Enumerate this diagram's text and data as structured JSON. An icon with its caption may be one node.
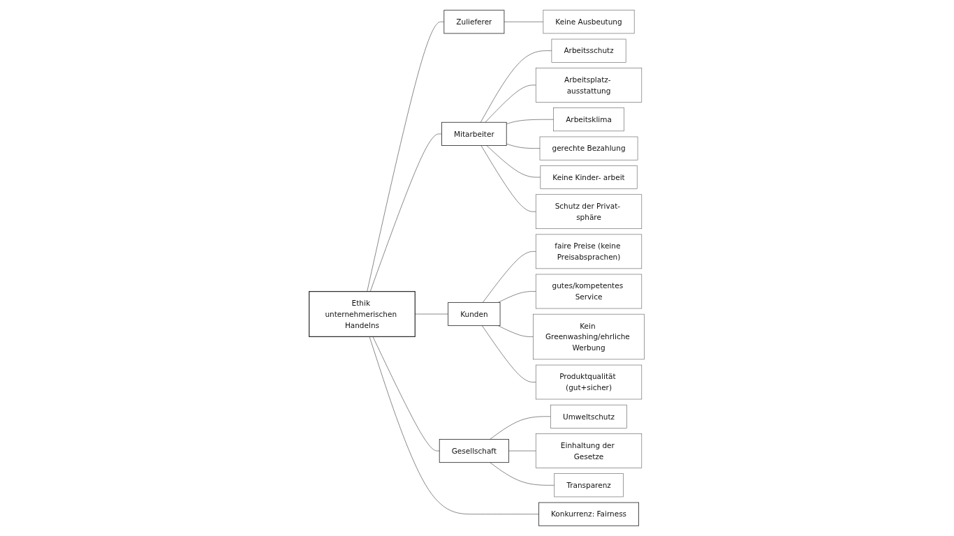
{
  "diagram": {
    "nodes": [
      {
        "text": [
          "Ethik unternehmerischen Handelns"
        ]
      },
      {
        "text": [
          "Zulieferer"
        ]
      },
      {
        "text": [
          "Keine Ausbeutung"
        ]
      },
      {
        "text": [
          "Mitarbeiter"
        ]
      },
      {
        "text": [
          "Arbeitsschutz"
        ]
      },
      {
        "text": [
          "Arbeitsplatz- ausstattung"
        ]
      },
      {
        "text": [
          "Arbeitsklima"
        ]
      },
      {
        "text": [
          "gerechte Bezahlung"
        ]
      },
      {
        "text": [
          "Keine Kinder- arbeit"
        ]
      },
      {
        "text": [
          "Schutz der Privat- sphäre"
        ]
      },
      {
        "text": [
          "Kunden"
        ]
      },
      {
        "text": [
          "faire Preise (keine Preisabsprachen)"
        ]
      },
      {
        "text": [
          "gutes/kompetentes Service"
        ]
      },
      {
        "text": [
          "Kein Greenwashing/ehrliche Werbung"
        ]
      },
      {
        "text": [
          "Produktqualität (gut+sicher)"
        ]
      },
      {
        "text": [
          "Gesellschaft"
        ]
      },
      {
        "text": [
          "Umweltschutz"
        ]
      },
      {
        "text": [
          "Einhaltung der Gesetze"
        ]
      },
      {
        "text": [
          "Transparenz"
        ]
      },
      {
        "text": [
          "Konkurrenz: Fairness"
        ]
      }
    ],
    "edges": [
      {
        "from": 0,
        "to": 1,
        "arrow": "none"
      },
      {
        "from": 1,
        "to": 2,
        "arrow": "none"
      },
      {
        "from": 0,
        "to": 3,
        "arrow": "none"
      },
      {
        "from": 3,
        "to": 4,
        "arrow": "none"
      },
      {
        "from": 3,
        "to": 5,
        "arrow": "none"
      },
      {
        "from": 3,
        "to": 6,
        "arrow": "none"
      },
      {
        "from": 3,
        "to": 7,
        "arrow": "none"
      },
      {
        "from": 3,
        "to": 8,
        "arrow": "none"
      },
      {
        "from": 3,
        "to": 9,
        "arrow": "none"
      },
      {
        "from": 0,
        "to": 10,
        "arrow": "none"
      },
      {
        "from": 10,
        "to": 11,
        "arrow": "none"
      },
      {
        "from": 10,
        "to": 12,
        "arrow": "none"
      },
      {
        "from": 10,
        "to": 13,
        "arrow": "none"
      },
      {
        "from": 10,
        "to": 14,
        "arrow": "none"
      },
      {
        "from": 0,
        "to": 15,
        "arrow": "none"
      },
      {
        "from": 15,
        "to": 16,
        "arrow": "none"
      },
      {
        "from": 15,
        "to": 17,
        "arrow": "none"
      },
      {
        "from": 15,
        "to": 18,
        "arrow": "none"
      },
      {
        "from": 0,
        "to": 19,
        "arrow": "none"
      }
    ]
  }
}
